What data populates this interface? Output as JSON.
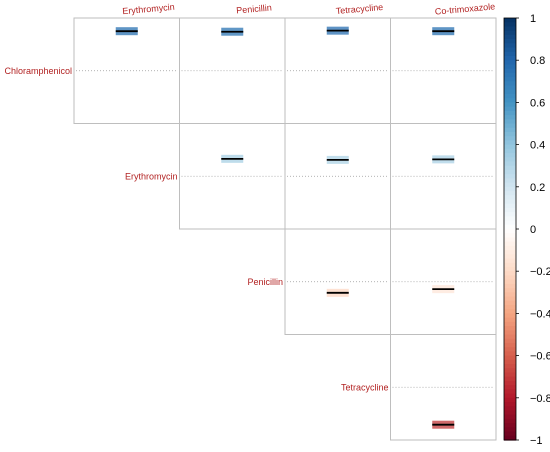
{
  "chart_data": {
    "type": "heatmap",
    "variables": [
      "Chloramphenicol",
      "Erythromycin",
      "Penicillin",
      "Tetracycline",
      "Co-trimoxazole"
    ],
    "col_labels": [
      "Erythromycin",
      "Penicillin",
      "Tetracycline",
      "Co-trimoxazole"
    ],
    "row_labels": [
      "Chloramphenicol",
      "Erythromycin",
      "Penicillin",
      "Tetracycline"
    ],
    "cells": [
      {
        "row": "Chloramphenicol",
        "col": "Erythromycin",
        "value": 0.75
      },
      {
        "row": "Chloramphenicol",
        "col": "Penicillin",
        "value": 0.74
      },
      {
        "row": "Chloramphenicol",
        "col": "Tetracycline",
        "value": 0.76
      },
      {
        "row": "Chloramphenicol",
        "col": "Co-trimoxazole",
        "value": 0.75
      },
      {
        "row": "Erythromycin",
        "col": "Penicillin",
        "value": 0.33
      },
      {
        "row": "Erythromycin",
        "col": "Tetracycline",
        "value": 0.31
      },
      {
        "row": "Erythromycin",
        "col": "Co-trimoxazole",
        "value": 0.32
      },
      {
        "row": "Penicillin",
        "col": "Tetracycline",
        "value": -0.21
      },
      {
        "row": "Penicillin",
        "col": "Co-trimoxazole",
        "value": -0.14
      },
      {
        "row": "Tetracycline",
        "col": "Co-trimoxazole",
        "value": -0.71
      }
    ],
    "colorbar": {
      "range": [
        -1,
        1
      ],
      "ticks": [
        "1",
        "0.8",
        "0.6",
        "0.4",
        "0.2",
        "0",
        "−0.2",
        "−0.4",
        "−0.6",
        "−0.8",
        "−1"
      ],
      "tick_values": [
        1,
        0.8,
        0.6,
        0.4,
        0.2,
        0,
        -0.2,
        -0.4,
        -0.6,
        -0.8,
        -1
      ],
      "colors": [
        "#67001f",
        "#b2182b",
        "#d6604d",
        "#f4a582",
        "#fddbc7",
        "#ffffff",
        "#d1e5f0",
        "#92c5de",
        "#4393c3",
        "#2166ac",
        "#053061"
      ]
    },
    "grid_color": "#bebebe",
    "label_color": "#b22222"
  }
}
